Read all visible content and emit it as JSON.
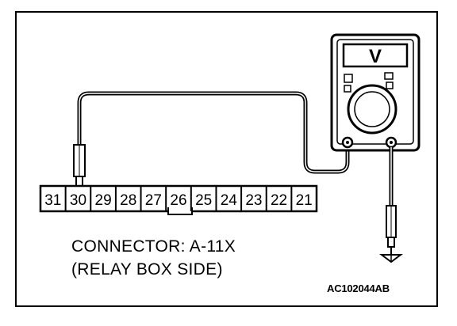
{
  "connector": {
    "pins": [
      "31",
      "30",
      "29",
      "28",
      "27",
      "26",
      "25",
      "24",
      "23",
      "22",
      "21"
    ],
    "probed_pin": "30",
    "title": "CONNECTOR: A-11X",
    "subtitle": "(RELAY BOX SIDE)"
  },
  "meter": {
    "mode_symbol": "V"
  },
  "figure_id": "AC102044AB",
  "icons": [
    "voltmeter-icon",
    "probe-icon",
    "ground-symbol-icon"
  ]
}
